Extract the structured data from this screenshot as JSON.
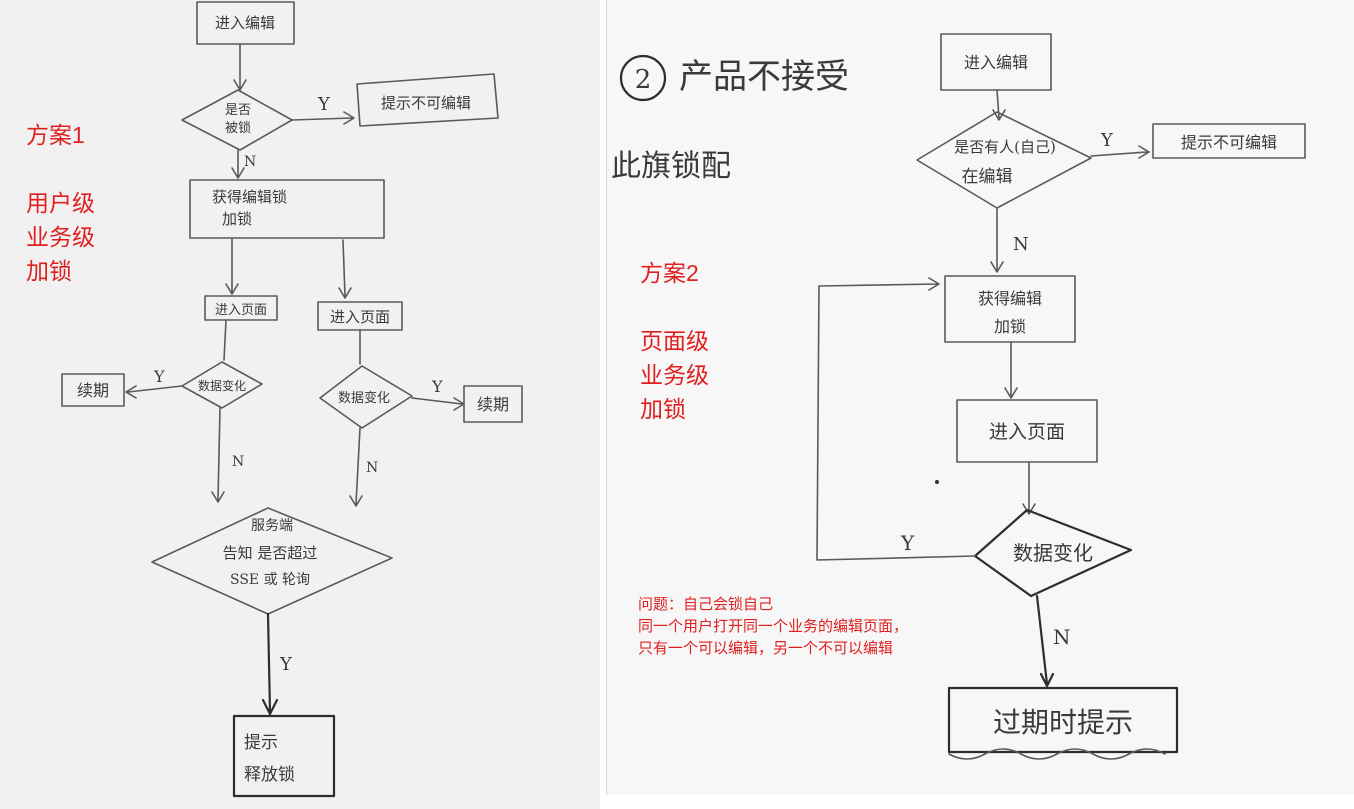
{
  "left_scheme": {
    "title": "方案1",
    "lines": [
      "用户级",
      "业务级",
      "加锁"
    ],
    "flow": {
      "enter_edit": "进入编辑",
      "is_locked": [
        "是否",
        "被锁"
      ],
      "yes": "Y",
      "no": "N",
      "prompt_not_editable": "提示不可编辑",
      "acquire_lock": [
        "获得编辑锁",
        "加锁"
      ],
      "enter_page": "进入页面",
      "data_change": "数据变化",
      "renew": "续期",
      "server_notify": [
        "服务端",
        "告知 是否超过",
        "SSE 或 轮询"
      ],
      "prompt_release": [
        "提示",
        "释放锁"
      ]
    }
  },
  "right_scheme": {
    "heading_number": "2",
    "heading": "产品不接受",
    "sub_heading": "此旗锁配",
    "title": "方案2",
    "lines": [
      "页面级",
      "业务级",
      "加锁"
    ],
    "flow": {
      "enter_edit": "进入编辑",
      "someone_editing": [
        "是否有人(自己)",
        "在编辑"
      ],
      "yes": "Y",
      "no": "N",
      "prompt_not_editable": "提示不可编辑",
      "acquire_lock": [
        "获得编辑",
        "加锁"
      ],
      "enter_page": "进入页面",
      "data_change": "数据变化",
      "timeout_prompt": "过期时提示"
    },
    "problem": [
      "问题：自己会锁自己",
      "同一个用户打开同一个业务的编辑页面，",
      "只有一个可以编辑，另一个不可以编辑"
    ]
  }
}
